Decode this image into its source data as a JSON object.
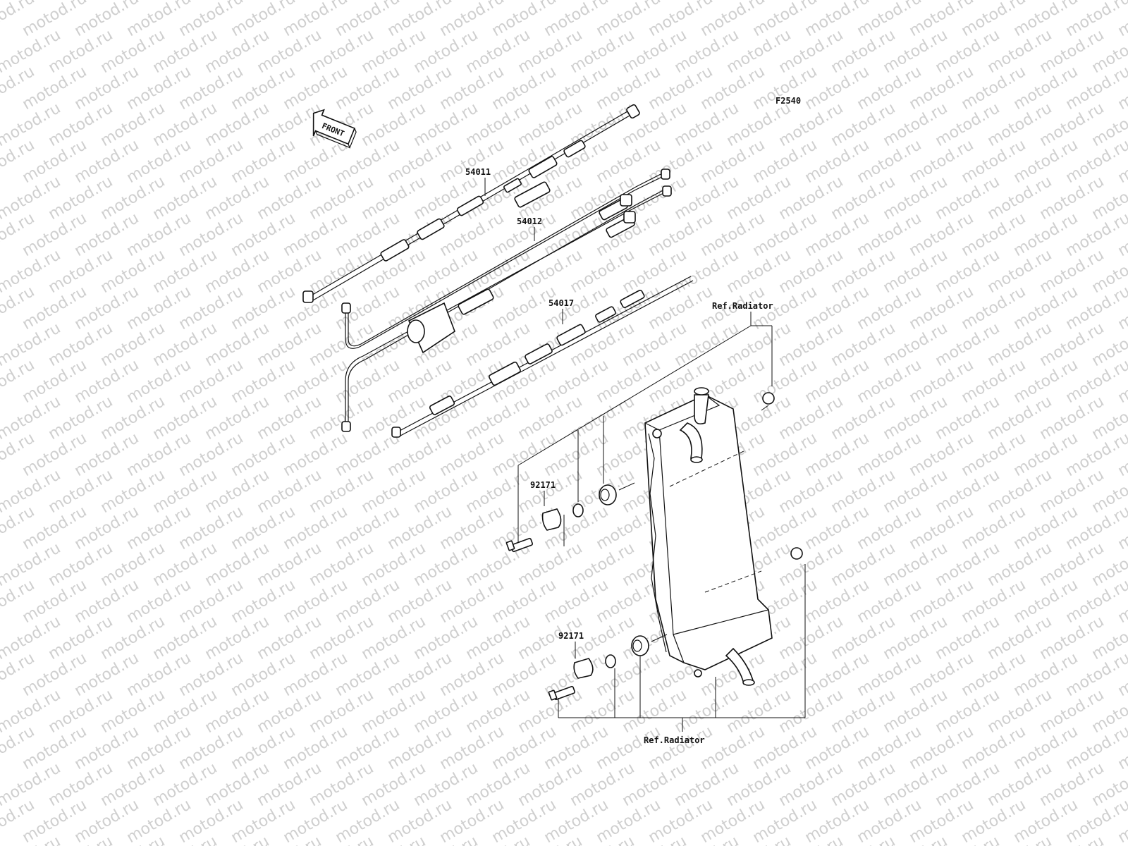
{
  "watermark": {
    "text": "motod.ru"
  },
  "figure_code": "F2540",
  "front_arrow_label": "FRONT",
  "part_numbers": {
    "p1": "54011",
    "p2": "54012",
    "p3": "54017",
    "p4": "92171",
    "p5": "92171"
  },
  "references": {
    "top": "Ref.Radiator",
    "bottom": "Ref.Radiator"
  }
}
